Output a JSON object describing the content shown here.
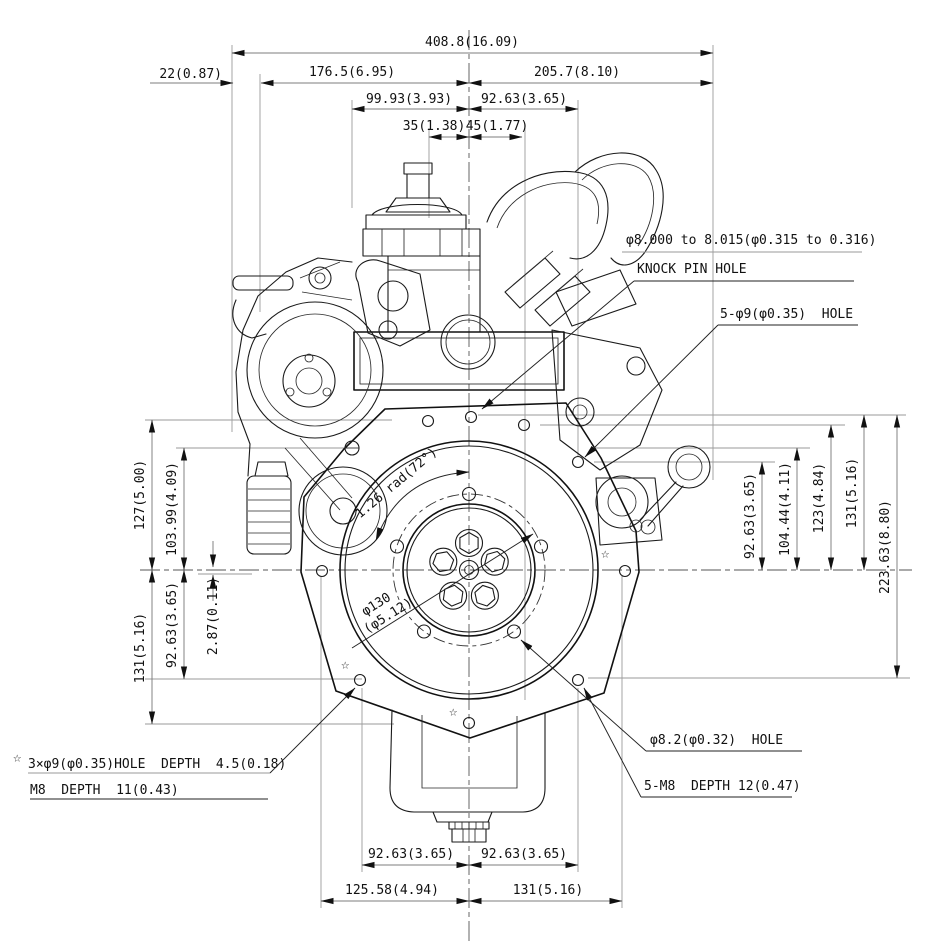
{
  "drawing": {
    "kind": "engine outline dimension drawing (flywheel end view)",
    "colors": {
      "background": "#ffffff",
      "object_lines": "#1a1a1a",
      "dimension_lines": "#7d7d7d",
      "extension_lines": "#9a9a9a",
      "text": "#111111"
    },
    "dims": {
      "overall_width": "408.8(16.09)",
      "left_offset": "22(0.87)",
      "left_half": "176.5(6.95)",
      "right_half": "205.7(8.10)",
      "upper_left": "99.93(3.93)",
      "upper_right": "92.63(3.65)",
      "mount_left": "35(1.38)",
      "mount_right": "45(1.77)",
      "left_127": "127(5.00)",
      "left_10399": "103.99(4.09)",
      "left_9263": "92.63(3.65)",
      "left_287": "2.87(0.11)",
      "left_131": "131(5.16)",
      "right_9263": "92.63(3.65)",
      "right_10444": "104.44(4.11)",
      "right_123": "123(4.84)",
      "right_131": "131(5.16)",
      "right_22363": "223.63(8.80)",
      "bottom_left_9263": "92.63(3.65)",
      "bottom_right_9263": "92.63(3.65)",
      "bottom_12558": "125.58(4.94)",
      "bottom_131": "131(5.16)",
      "arc_angle": "1.26 rad(72°)",
      "bolt_circle_mm": "φ130",
      "bolt_circle_in": "(φ5.12)"
    },
    "notes": {
      "knock_pin_size": "φ8.000 to 8.015(φ0.315 to 0.316)",
      "knock_pin_hole": "KNOCK PIN HOLE",
      "holes_5_d9": "5-φ9(φ0.35)  HOLE",
      "hole_d82": "φ8.2(φ0.32)  HOLE",
      "tap_5_m8": "5-M8  DEPTH 12(0.47)",
      "star_mark": "☆",
      "starred_line1": "3×φ9(φ0.35)HOLE  DEPTH  4.5(0.18)",
      "starred_line2": "M8  DEPTH  11(0.43)"
    }
  }
}
